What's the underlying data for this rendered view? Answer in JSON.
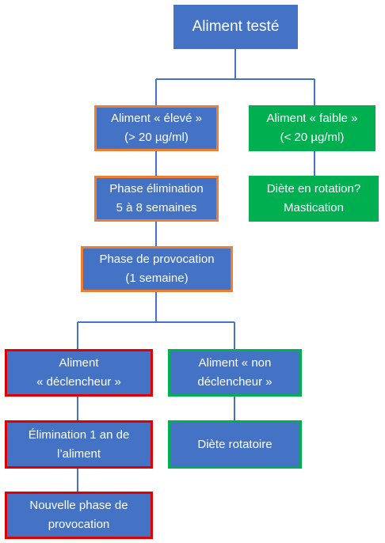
{
  "nodes": {
    "root": "Aliment testé",
    "eleve": "Aliment « élevé »\n(> 20 µg/ml)",
    "faible": "Aliment « faible »\n(< 20 µg/ml)",
    "elimination": "Phase élimination\n5 à 8 semaines",
    "rotation": "Diète en rotation?\nMastication",
    "provocation": "Phase de provocation\n(1 semaine)",
    "declencheur": "Aliment\n« déclencheur »",
    "non_declencheur": "Aliment « non\ndéclencheur »",
    "elimination_1an": "Élimination 1 an de\nl’aliment",
    "diete_rotatoire": "Diète rotatoire",
    "nouvelle_provocation": "Nouvelle phase de\nprovocation"
  },
  "colors": {
    "box_blue": "#4472c4",
    "box_green": "#00b050",
    "border_orange": "#ed7d31",
    "border_red": "#e00000",
    "border_green": "#00b050",
    "connector": "#4472c4"
  }
}
